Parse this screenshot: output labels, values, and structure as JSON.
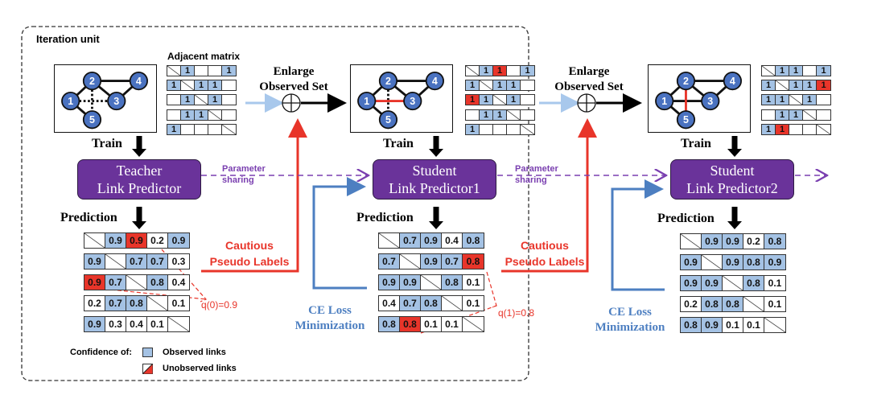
{
  "iteration_unit_label": "Iteration unit",
  "adjacent_matrix_label": "Adjacent matrix",
  "enlarge_label_line1": "Enlarge",
  "enlarge_label_line2": "Observed Set",
  "train_label": "Train",
  "prediction_label": "Prediction",
  "parameter_sharing_line1": "Parameter",
  "parameter_sharing_line2": "sharing",
  "cautious_line1": "Cautious",
  "cautious_line2": "Pseudo Labels",
  "ce_loss_line1": "CE Loss",
  "ce_loss_line2": "Minimization",
  "colors": {
    "observed": "#a4c2e4",
    "unobserved": "#e8352a",
    "predictor": "#6a339a",
    "node": "#4a72c0",
    "param_sharing": "#7a3fb0",
    "ce_loss": "#4d7fc1"
  },
  "graph_nodes": [
    "1",
    "2",
    "3",
    "4",
    "5"
  ],
  "stages": [
    {
      "predictor_line1": "Teacher",
      "predictor_line2": "Link Predictor",
      "graph": {
        "solid_edges": [
          [
            "1",
            "2"
          ],
          [
            "2",
            "4"
          ],
          [
            "2",
            "3"
          ],
          [
            "3",
            "4"
          ],
          [
            "1",
            "5"
          ]
        ],
        "dotted_edges": [
          [
            "1",
            "3"
          ],
          [
            "2",
            "5"
          ]
        ],
        "red_edges": []
      },
      "adjacency": [
        [
          {
            "v": "",
            "t": "diag"
          },
          {
            "v": "1",
            "t": "obs"
          },
          {
            "v": "",
            "t": "empty"
          },
          {
            "v": "",
            "t": "empty"
          },
          {
            "v": "1",
            "t": "obs"
          }
        ],
        [
          {
            "v": "1",
            "t": "obs"
          },
          {
            "v": "",
            "t": "diag"
          },
          {
            "v": "1",
            "t": "obs"
          },
          {
            "v": "1",
            "t": "obs"
          },
          {
            "v": "",
            "t": "empty"
          }
        ],
        [
          {
            "v": "",
            "t": "empty"
          },
          {
            "v": "1",
            "t": "obs"
          },
          {
            "v": "",
            "t": "diag"
          },
          {
            "v": "1",
            "t": "obs"
          },
          {
            "v": "",
            "t": "empty"
          }
        ],
        [
          {
            "v": "",
            "t": "empty"
          },
          {
            "v": "1",
            "t": "obs"
          },
          {
            "v": "1",
            "t": "obs"
          },
          {
            "v": "",
            "t": "diag"
          },
          {
            "v": "",
            "t": "empty"
          }
        ],
        [
          {
            "v": "1",
            "t": "obs"
          },
          {
            "v": "",
            "t": "empty"
          },
          {
            "v": "",
            "t": "empty"
          },
          {
            "v": "",
            "t": "empty"
          },
          {
            "v": "",
            "t": "diag"
          }
        ]
      ],
      "prediction": [
        [
          {
            "v": "",
            "t": "diag"
          },
          {
            "v": "0.9",
            "t": "obs"
          },
          {
            "v": "0.9",
            "t": "unobs"
          },
          {
            "v": "0.2",
            "t": "empty"
          },
          {
            "v": "0.9",
            "t": "obs"
          }
        ],
        [
          {
            "v": "0.9",
            "t": "obs"
          },
          {
            "v": "",
            "t": "diag"
          },
          {
            "v": "0.7",
            "t": "obs"
          },
          {
            "v": "0.7",
            "t": "obs"
          },
          {
            "v": "0.3",
            "t": "empty"
          }
        ],
        [
          {
            "v": "0.9",
            "t": "unobs"
          },
          {
            "v": "0.7",
            "t": "obs"
          },
          {
            "v": "",
            "t": "diag"
          },
          {
            "v": "0.8",
            "t": "obs"
          },
          {
            "v": "0.4",
            "t": "empty"
          }
        ],
        [
          {
            "v": "0.2",
            "t": "empty"
          },
          {
            "v": "0.7",
            "t": "obs"
          },
          {
            "v": "0.8",
            "t": "obs"
          },
          {
            "v": "",
            "t": "diag"
          },
          {
            "v": "0.1",
            "t": "empty"
          }
        ],
        [
          {
            "v": "0.9",
            "t": "obs"
          },
          {
            "v": "0.3",
            "t": "empty"
          },
          {
            "v": "0.4",
            "t": "empty"
          },
          {
            "v": "0.1",
            "t": "empty"
          },
          {
            "v": "",
            "t": "diag"
          }
        ]
      ],
      "threshold_label": "q(0)=0.9"
    },
    {
      "predictor_line1": "Student",
      "predictor_line2": "Link Predictor1",
      "graph": {
        "solid_edges": [
          [
            "1",
            "2"
          ],
          [
            "2",
            "4"
          ],
          [
            "2",
            "3"
          ],
          [
            "3",
            "4"
          ],
          [
            "1",
            "5"
          ]
        ],
        "dotted_edges": [
          [
            "2",
            "5"
          ]
        ],
        "red_edges": [
          [
            "1",
            "3"
          ]
        ]
      },
      "adjacency": [
        [
          {
            "v": "",
            "t": "diag"
          },
          {
            "v": "1",
            "t": "obs"
          },
          {
            "v": "1",
            "t": "unobs"
          },
          {
            "v": "",
            "t": "empty"
          },
          {
            "v": "1",
            "t": "obs"
          }
        ],
        [
          {
            "v": "1",
            "t": "obs"
          },
          {
            "v": "",
            "t": "diag"
          },
          {
            "v": "1",
            "t": "obs"
          },
          {
            "v": "1",
            "t": "obs"
          },
          {
            "v": "",
            "t": "empty"
          }
        ],
        [
          {
            "v": "1",
            "t": "unobs"
          },
          {
            "v": "1",
            "t": "obs"
          },
          {
            "v": "",
            "t": "diag"
          },
          {
            "v": "1",
            "t": "obs"
          },
          {
            "v": "",
            "t": "empty"
          }
        ],
        [
          {
            "v": "",
            "t": "empty"
          },
          {
            "v": "1",
            "t": "obs"
          },
          {
            "v": "1",
            "t": "obs"
          },
          {
            "v": "",
            "t": "diag"
          },
          {
            "v": "",
            "t": "empty"
          }
        ],
        [
          {
            "v": "1",
            "t": "obs"
          },
          {
            "v": "",
            "t": "empty"
          },
          {
            "v": "",
            "t": "empty"
          },
          {
            "v": "",
            "t": "empty"
          },
          {
            "v": "",
            "t": "diag"
          }
        ]
      ],
      "prediction": [
        [
          {
            "v": "",
            "t": "diag"
          },
          {
            "v": "0.7",
            "t": "obs"
          },
          {
            "v": "0.9",
            "t": "obs"
          },
          {
            "v": "0.4",
            "t": "empty"
          },
          {
            "v": "0.8",
            "t": "obs"
          }
        ],
        [
          {
            "v": "0.7",
            "t": "obs"
          },
          {
            "v": "",
            "t": "diag"
          },
          {
            "v": "0.9",
            "t": "obs"
          },
          {
            "v": "0.7",
            "t": "obs"
          },
          {
            "v": "0.8",
            "t": "unobs"
          }
        ],
        [
          {
            "v": "0.9",
            "t": "obs"
          },
          {
            "v": "0.9",
            "t": "obs"
          },
          {
            "v": "",
            "t": "diag"
          },
          {
            "v": "0.8",
            "t": "obs"
          },
          {
            "v": "0.1",
            "t": "empty"
          }
        ],
        [
          {
            "v": "0.4",
            "t": "empty"
          },
          {
            "v": "0.7",
            "t": "obs"
          },
          {
            "v": "0.8",
            "t": "obs"
          },
          {
            "v": "",
            "t": "diag"
          },
          {
            "v": "0.1",
            "t": "empty"
          }
        ],
        [
          {
            "v": "0.8",
            "t": "obs"
          },
          {
            "v": "0.8",
            "t": "unobs"
          },
          {
            "v": "0.1",
            "t": "empty"
          },
          {
            "v": "0.1",
            "t": "empty"
          },
          {
            "v": "",
            "t": "diag"
          }
        ]
      ],
      "threshold_label": "q(1)=0.8"
    },
    {
      "predictor_line1": "Student",
      "predictor_line2": "Link Predictor2",
      "graph": {
        "solid_edges": [
          [
            "1",
            "2"
          ],
          [
            "2",
            "4"
          ],
          [
            "2",
            "3"
          ],
          [
            "3",
            "4"
          ],
          [
            "1",
            "5"
          ],
          [
            "1",
            "3"
          ]
        ],
        "dotted_edges": [],
        "red_edges": [
          [
            "2",
            "5"
          ]
        ]
      },
      "adjacency": [
        [
          {
            "v": "",
            "t": "diag"
          },
          {
            "v": "1",
            "t": "obs"
          },
          {
            "v": "1",
            "t": "obs"
          },
          {
            "v": "",
            "t": "empty"
          },
          {
            "v": "1",
            "t": "obs"
          }
        ],
        [
          {
            "v": "1",
            "t": "obs"
          },
          {
            "v": "",
            "t": "diag"
          },
          {
            "v": "1",
            "t": "obs"
          },
          {
            "v": "1",
            "t": "obs"
          },
          {
            "v": "1",
            "t": "unobs"
          }
        ],
        [
          {
            "v": "1",
            "t": "obs"
          },
          {
            "v": "1",
            "t": "obs"
          },
          {
            "v": "",
            "t": "diag"
          },
          {
            "v": "1",
            "t": "obs"
          },
          {
            "v": "",
            "t": "empty"
          }
        ],
        [
          {
            "v": "",
            "t": "empty"
          },
          {
            "v": "1",
            "t": "obs"
          },
          {
            "v": "1",
            "t": "obs"
          },
          {
            "v": "",
            "t": "diag"
          },
          {
            "v": "",
            "t": "empty"
          }
        ],
        [
          {
            "v": "1",
            "t": "obs"
          },
          {
            "v": "1",
            "t": "unobs"
          },
          {
            "v": "",
            "t": "empty"
          },
          {
            "v": "",
            "t": "empty"
          },
          {
            "v": "",
            "t": "diag"
          }
        ]
      ],
      "prediction": [
        [
          {
            "v": "",
            "t": "diag"
          },
          {
            "v": "0.9",
            "t": "obs"
          },
          {
            "v": "0.9",
            "t": "obs"
          },
          {
            "v": "0.2",
            "t": "empty"
          },
          {
            "v": "0.8",
            "t": "obs"
          }
        ],
        [
          {
            "v": "0.9",
            "t": "obs"
          },
          {
            "v": "",
            "t": "diag"
          },
          {
            "v": "0.9",
            "t": "obs"
          },
          {
            "v": "0.8",
            "t": "obs"
          },
          {
            "v": "0.9",
            "t": "obs"
          }
        ],
        [
          {
            "v": "0.9",
            "t": "obs"
          },
          {
            "v": "0.9",
            "t": "obs"
          },
          {
            "v": "",
            "t": "diag"
          },
          {
            "v": "0.8",
            "t": "obs"
          },
          {
            "v": "0.1",
            "t": "empty"
          }
        ],
        [
          {
            "v": "0.2",
            "t": "empty"
          },
          {
            "v": "0.8",
            "t": "obs"
          },
          {
            "v": "0.8",
            "t": "obs"
          },
          {
            "v": "",
            "t": "diag"
          },
          {
            "v": "0.1",
            "t": "empty"
          }
        ],
        [
          {
            "v": "0.8",
            "t": "obs"
          },
          {
            "v": "0.9",
            "t": "obs"
          },
          {
            "v": "0.1",
            "t": "empty"
          },
          {
            "v": "0.1",
            "t": "empty"
          },
          {
            "v": "",
            "t": "diag"
          }
        ]
      ],
      "threshold_label": ""
    }
  ],
  "legend": {
    "title": "Confidence of:",
    "observed": "Observed links",
    "unobserved": "Unobserved links"
  }
}
